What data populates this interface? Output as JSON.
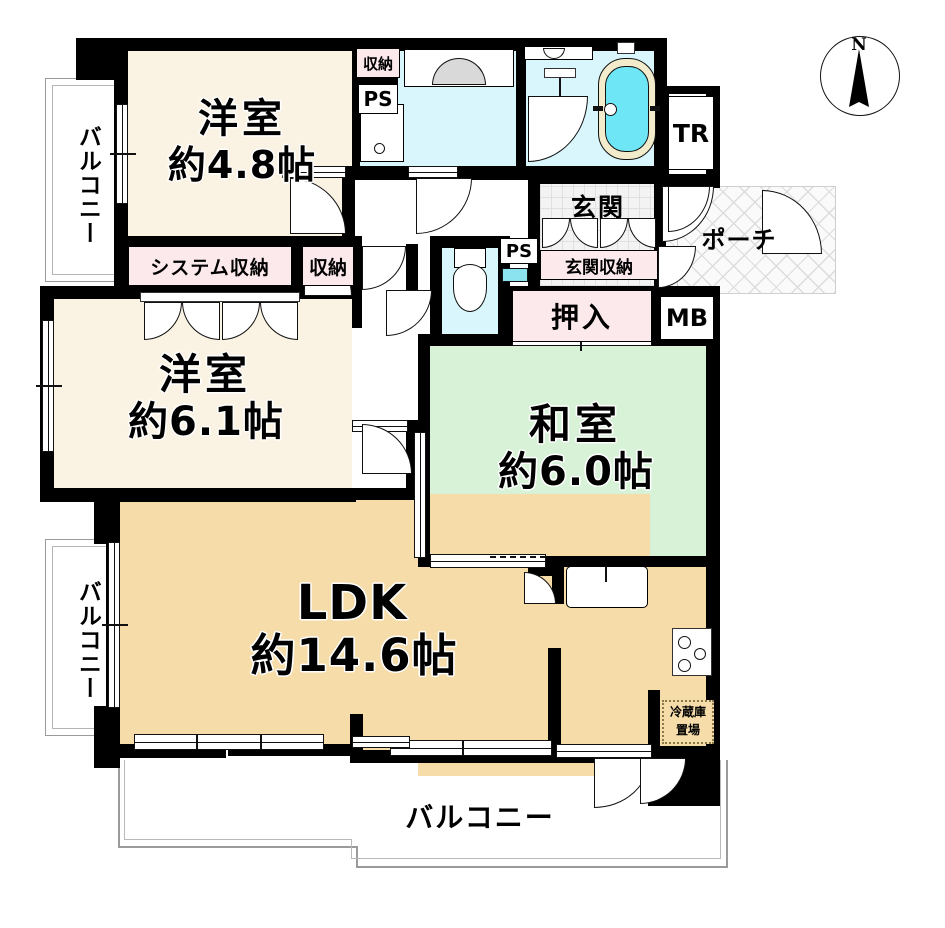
{
  "document": {
    "type": "floor-plan",
    "language": "ja",
    "title": "間取り図"
  },
  "compass": {
    "label": "N",
    "name": "north-arrow"
  },
  "colors": {
    "western_room": "#faf3e3",
    "japanese_room": "#d8f2d8",
    "ldk": "#f5dca8",
    "water_area": "#d8f6fb",
    "bathtub": "#6fe6f5",
    "storage_tag": "#fce9ec",
    "wall": "#000000",
    "balcony_outline": "#9a9a9a"
  },
  "rooms": {
    "bedroom_north": {
      "name": "洋室",
      "area": "約4.8帖"
    },
    "bedroom_west": {
      "name": "洋室",
      "area": "約6.1帖"
    },
    "japanese_room": {
      "name": "和室",
      "area": "約6.0帖"
    },
    "ldk": {
      "name": "LDK",
      "area": "約14.6帖"
    }
  },
  "labels": {
    "balcony_north": "バルコニー",
    "balcony_south_west": "バルコニー",
    "balcony_main": "バルコニー",
    "entrance": "玄関",
    "entrance_storage": "玄関収納",
    "porch": "ポーチ",
    "closet_oshiire": "押入",
    "system_storage": "システム収納",
    "storage_a": "収納",
    "storage_b": "収納",
    "pipe_shaft_1": "PS",
    "pipe_shaft_2": "PS",
    "trunk_room": "TR",
    "meter_box": "MB",
    "refrigerator_space": "冷蔵庫\n置場",
    "refrigerator_space_line1": "冷蔵庫",
    "refrigerator_space_line2": "置場"
  }
}
